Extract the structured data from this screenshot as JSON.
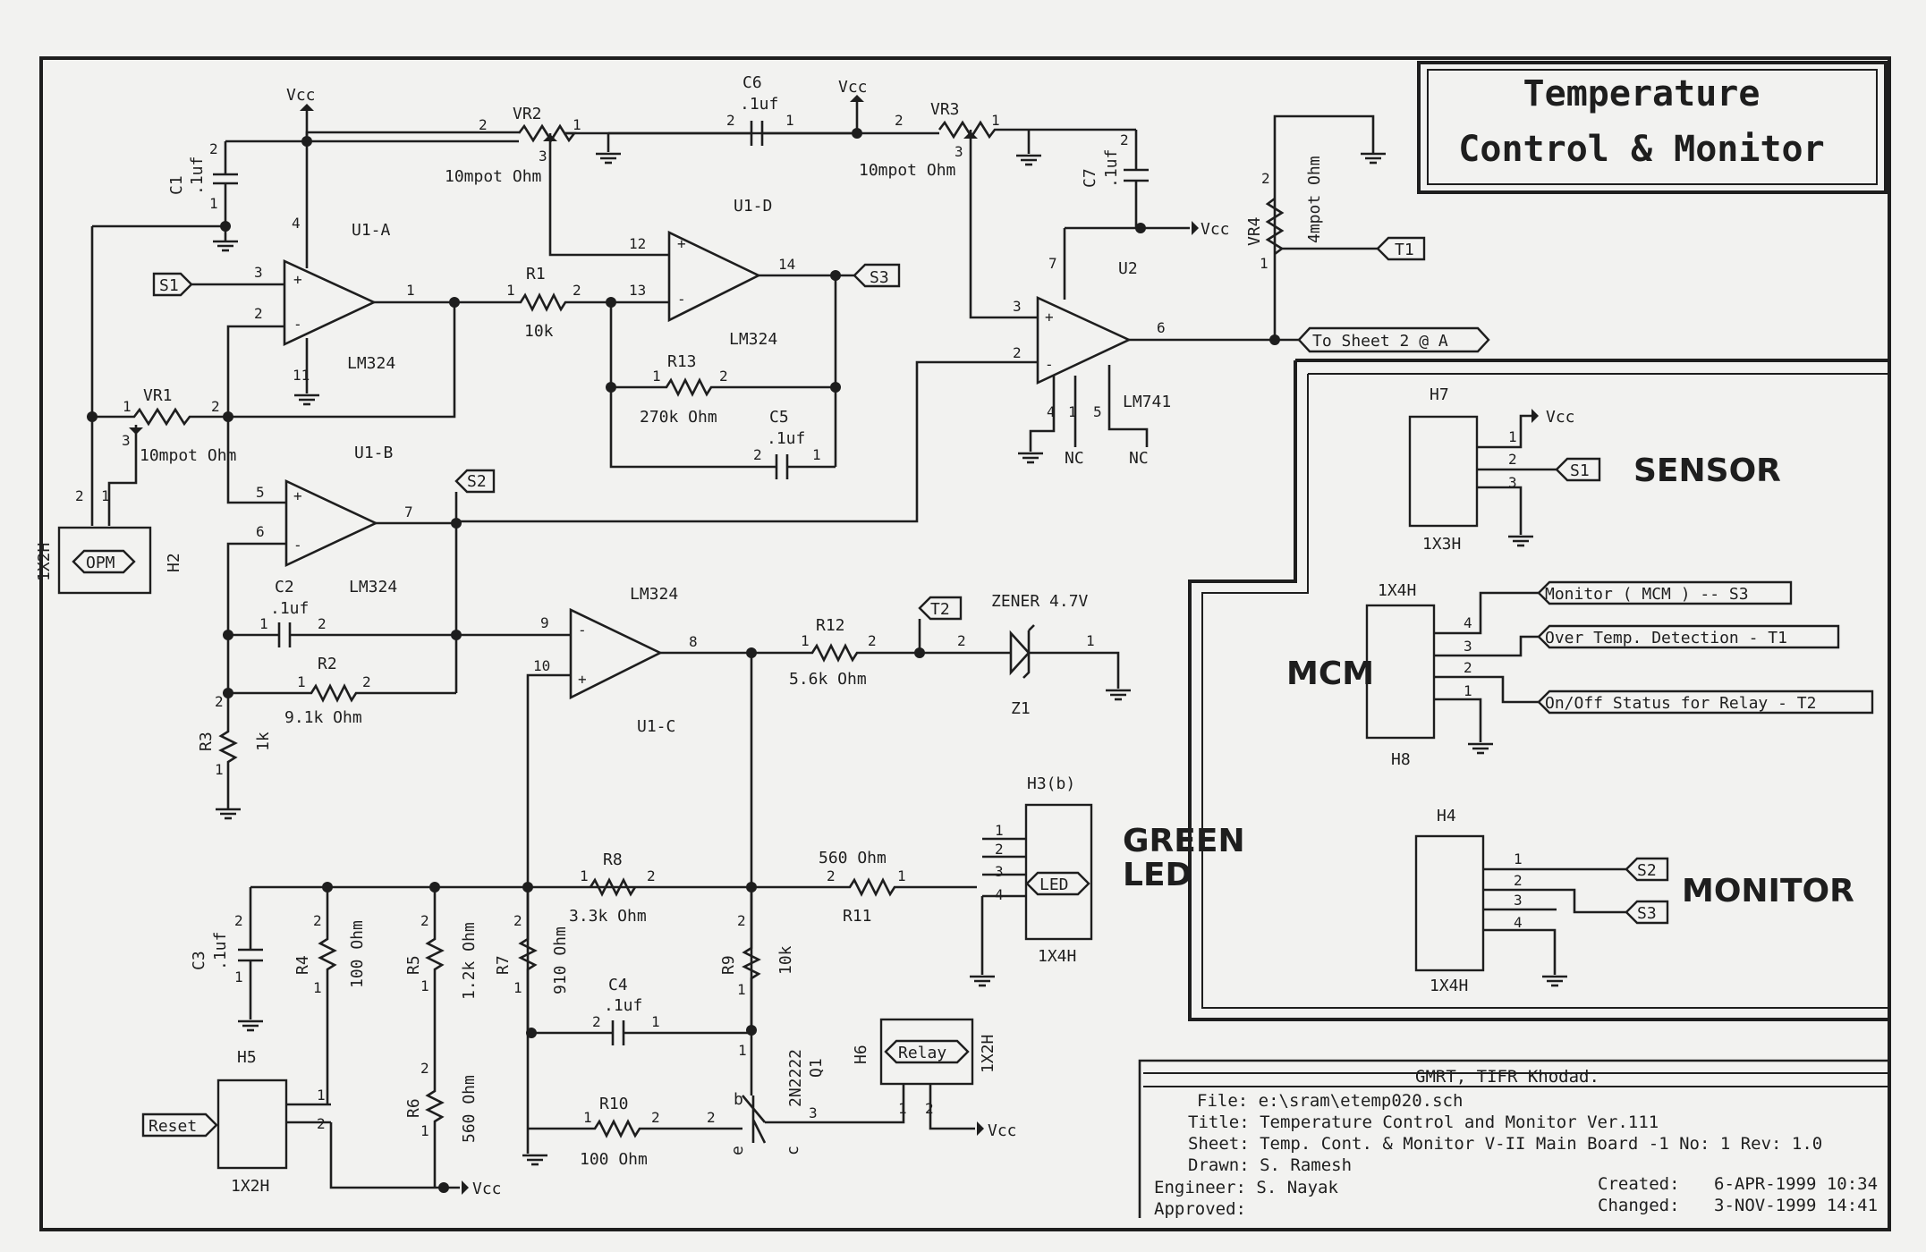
{
  "title": {
    "line1": "Temperature",
    "line2": "Control & Monitor"
  },
  "labels": {
    "vcc": "Vcc",
    "nc": "NC",
    "vr2": "VR2",
    "vr3": "VR3",
    "vr1": "VR1",
    "vr4": "VR4",
    "pot10m": "10mpot Ohm",
    "pot4m": "4mpot Ohm",
    "c1": "C1",
    "c1v": ".1uf",
    "c6": "C6",
    "c6v": ".1uf",
    "c7": "C7",
    "c7v": ".1uf",
    "c5": "C5",
    "c5v": ".1uf",
    "c2": "C2",
    "c2v": ".1uf",
    "c3": "C3",
    "c3v": ".1uf",
    "c4": "C4",
    "c4v": ".1uf",
    "u1a": "U1-A",
    "u1b": "U1-B",
    "u1c": "U1-C",
    "u1d": "U1-D",
    "u2": "U2",
    "lm324": "LM324",
    "lm741": "LM741",
    "r1": "R1",
    "r1v": "10k",
    "r13": "R13",
    "r13v": "270k Ohm",
    "r2": "R2",
    "r2v": "9.1k Ohm",
    "r3": "R3",
    "r3v": "1k",
    "r12": "R12",
    "r12v": "5.6k Ohm",
    "zener": "ZENER  4.7V",
    "z1": "Z1",
    "r8": "R8",
    "r8v": "3.3k Ohm",
    "r11": "R11",
    "r11v": "560 Ohm",
    "r4": "R4",
    "r4v": "100 Ohm",
    "r5": "R5",
    "r5v": "1.2k Ohm",
    "r7": "R7",
    "r7v": "910 Ohm",
    "r9": "R9",
    "r9v": "10k",
    "r6": "R6",
    "r6v": "560 Ohm",
    "r10": "R10",
    "r10v": "100 Ohm",
    "q1": "Q1",
    "q1v": "2N2222",
    "h2": "H2",
    "h3": "H3(b)",
    "h5": "H5",
    "h6": "H6",
    "h7": "H7",
    "h8": "H8",
    "h4": "H4",
    "k1x2h": "1X2H",
    "k1x3h": "1X3H",
    "k1x4h": "1X4H",
    "green": "GREEN",
    "led": "LED",
    "sensor": "SENSOR",
    "mcm": "MCM",
    "monitor": "MONITOR"
  },
  "ports": {
    "s1": "S1",
    "s2": "S2",
    "s3": "S3",
    "t1": "T1",
    "t2": "T2",
    "opm": "OPM",
    "reset": "Reset",
    "relay": "Relay",
    "led": "LED",
    "to_sheet2": "To  Sheet 2 @ A",
    "mcm_monitor": "Monitor ( MCM ) -- S3",
    "mcm_overtemp": "Over Temp. Detection - T1",
    "mcm_onoff": "On/Off Status for Relay - T2"
  },
  "title_block": {
    "org": "GMRT, TIFR Khodad.",
    "file": "File: e:\\sram\\etemp020.sch",
    "title": "Title: Temperature Control and Monitor Ver.111",
    "sheet": "Sheet: Temp. Cont. & Monitor V-II Main Board -1 No: 1 Rev: 1.0",
    "drawn": "Drawn: S. Ramesh",
    "engineer": "Engineer: S. Nayak",
    "approved": "Approved:",
    "created_label": "Created:",
    "created": "6-APR-1999 10:34",
    "changed_label": "Changed:",
    "changed": "3-NOV-1999 14:41"
  }
}
